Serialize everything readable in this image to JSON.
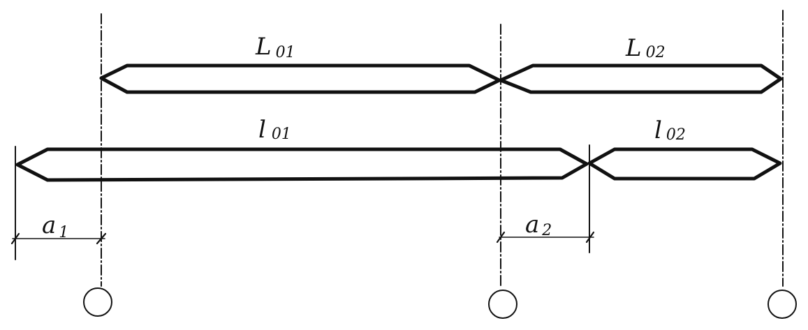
{
  "labels": {
    "L01": {
      "main": "L",
      "sub": "01"
    },
    "L02": {
      "main": "L",
      "sub": "02"
    },
    "l01": {
      "main": "l",
      "sub": "01"
    },
    "l02": {
      "main": "l",
      "sub": "02"
    },
    "a1": {
      "main": "a",
      "sub": "1"
    },
    "a2": {
      "main": "a",
      "sub": "2"
    }
  },
  "colors": {
    "ink": "#111111",
    "background": "#ffffff"
  }
}
